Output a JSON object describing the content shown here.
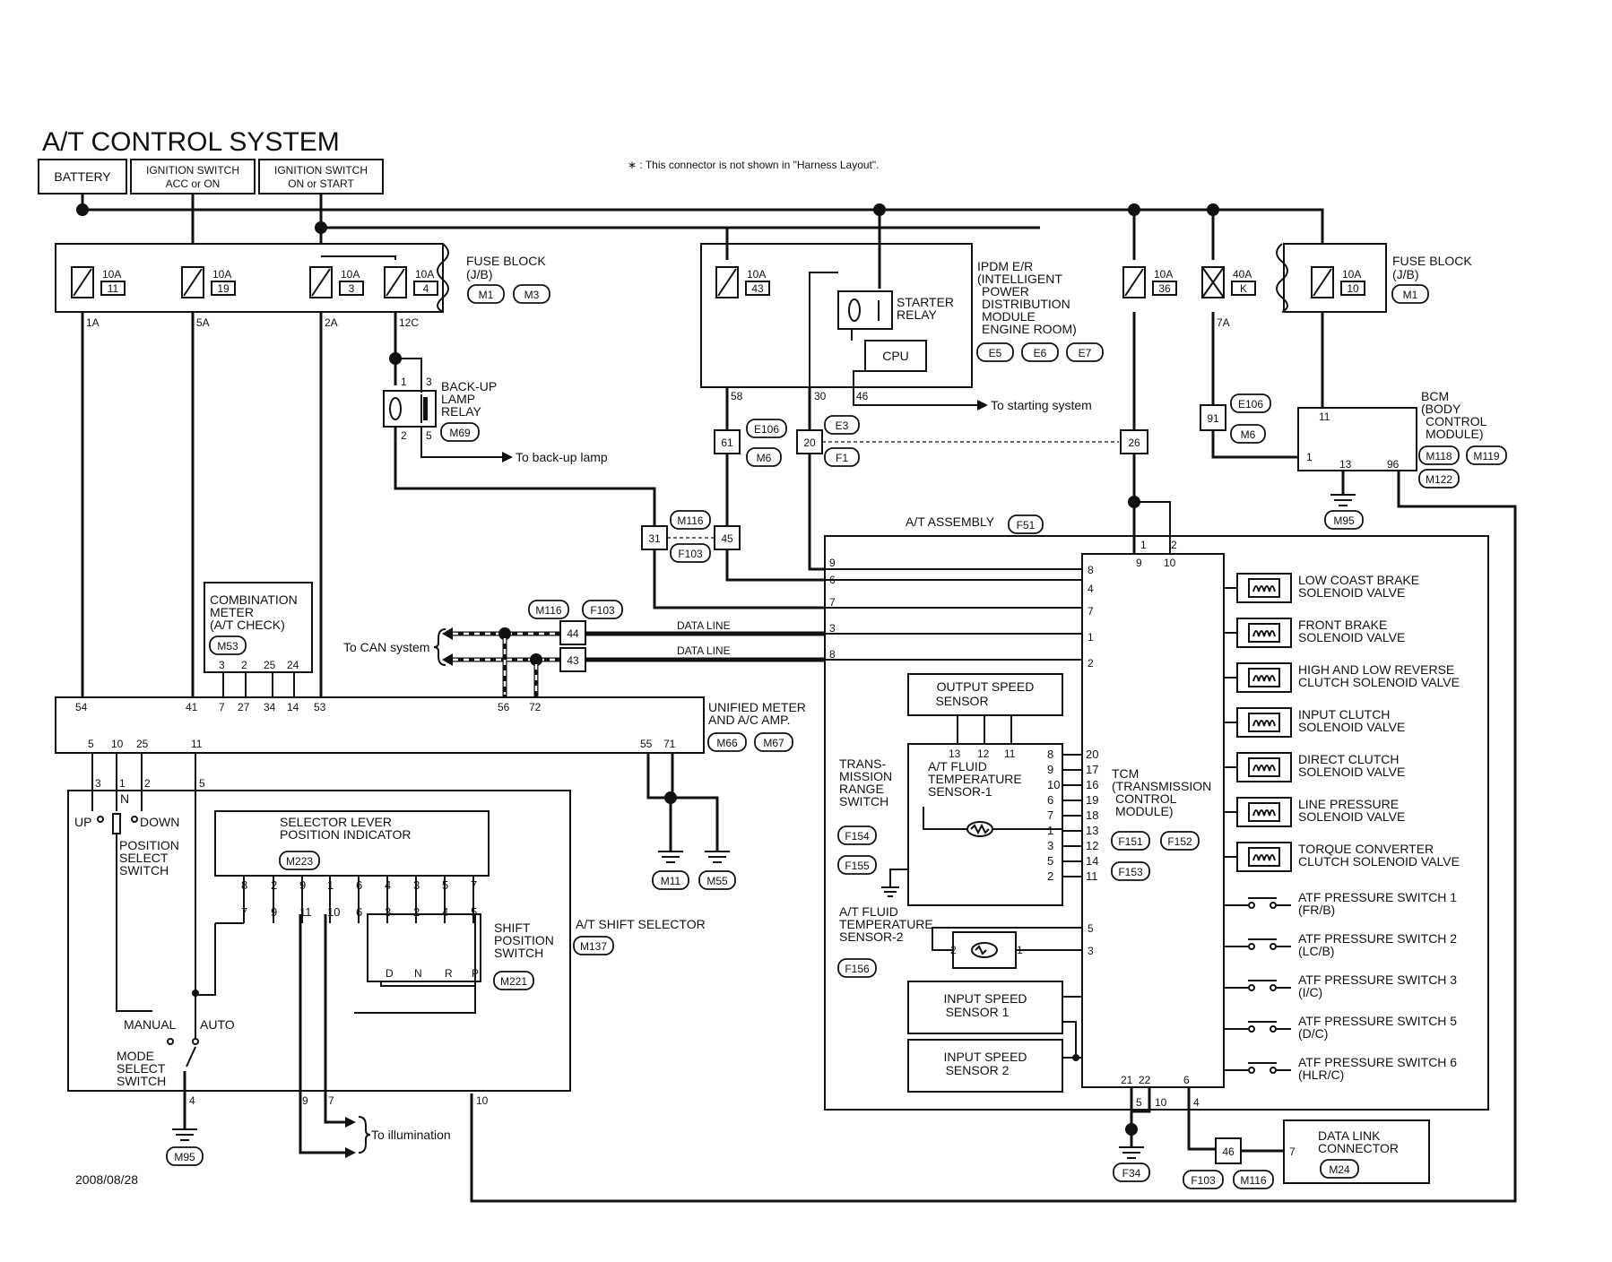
{
  "title": "A/T CONTROL SYSTEM",
  "note": "∗ : This connector is not shown in \"Harness Layout\".",
  "date": "2008/08/28",
  "power": {
    "battery": "BATTERY",
    "ign_acc_1": "IGNITION SWITCH",
    "ign_acc_2": "ACC or ON",
    "ign_on_1": "IGNITION SWITCH",
    "ign_on_2": "ON or START"
  },
  "fuses": [
    {
      "amp": "10A",
      "num": "11",
      "out": "1A"
    },
    {
      "amp": "10A",
      "num": "19",
      "out": "5A"
    },
    {
      "amp": "10A",
      "num": "3",
      "out": "2A"
    },
    {
      "amp": "10A",
      "num": "4",
      "out": "12C"
    },
    {
      "amp": "10A",
      "num": "43",
      "out": "58"
    },
    {
      "amp": "10A",
      "num": "36",
      "out": ""
    },
    {
      "amp": "40A",
      "num": "K",
      "out": ""
    },
    {
      "amp": "10A",
      "num": "10",
      "out": "7A"
    }
  ],
  "fuse_block_left": {
    "l1": "FUSE BLOCK",
    "l2": "(J/B)",
    "c1": "M1",
    "c2": "M3"
  },
  "fuse_block_right": {
    "l1": "FUSE BLOCK",
    "l2": "(J/B)",
    "c1": "M1"
  },
  "ipdm": {
    "l1": "IPDM E/R",
    "l2": "(INTELLIGENT",
    "l3": "POWER",
    "l4": "DISTRIBUTION",
    "l5": "MODULE",
    "l6": "ENGINE ROOM)",
    "c1": "E5",
    "c2": "E6",
    "c3": "E7",
    "starter1": "STARTER",
    "starter2": "RELAY",
    "cpu": "CPU",
    "pin30": "30",
    "pin46": "46",
    "to_starting": "To starting system"
  },
  "backup_relay": {
    "l1": "BACK-UP",
    "l2": "LAMP",
    "l3": "RELAY",
    "conn": "M69",
    "p1": "1",
    "p3": "3",
    "p2": "2",
    "p5": "5",
    "to_lamp": "To back-up lamp"
  },
  "inline": {
    "e106a": "E106",
    "m6a": "M6",
    "p61": "61",
    "e3": "E3",
    "f1": "F1",
    "p20": "20",
    "p26": "26",
    "p91": "91",
    "e106b": "E106",
    "m6b": "M6",
    "p31": "31",
    "p45": "45",
    "m116": "M116",
    "f103": "F103",
    "p44": "44",
    "p43": "43",
    "m116b": "M116",
    "f103b": "F103",
    "p46": "46",
    "f103c": "F103",
    "m116c": "M116"
  },
  "bcm": {
    "l1": "BCM",
    "l2": "(BODY",
    "l3": "CONTROL",
    "l4": "MODULE)",
    "c1": "M118",
    "c2": "M119",
    "c3": "M122",
    "p11": "11",
    "p1": "1",
    "p13": "13",
    "p96": "96",
    "ground": "M95"
  },
  "at_assembly": {
    "label": "A/T ASSEMBLY",
    "conn": "F51"
  },
  "can": {
    "to_can": "To CAN system",
    "data1": "DATA LINE",
    "data2": "DATA LINE",
    "p56": "56",
    "p72": "72"
  },
  "combo_meter": {
    "l1": "COMBINATION",
    "l2": "METER",
    "l3": "(A/T CHECK)",
    "conn": "M53",
    "pins": [
      "3",
      "2",
      "25",
      "24"
    ]
  },
  "unified_meter": {
    "l1": "UNIFIED METER",
    "l2": "AND A/C AMP.",
    "c1": "M66",
    "c2": "M67",
    "top_pins": [
      "54",
      "41",
      "7",
      "27",
      "34",
      "14",
      "53"
    ],
    "bottom_pins": [
      "5",
      "10",
      "25",
      "11",
      "55",
      "71"
    ],
    "grounds": [
      "M11",
      "M55"
    ]
  },
  "shift_selector": {
    "label": "A/T SHIFT SELECTOR",
    "conn": "M137",
    "up": "UP",
    "n": "N",
    "down": "DOWN",
    "pos1": "POSITION",
    "pos2": "SELECT",
    "pos3": "SWITCH",
    "ind1": "SELECTOR LEVER",
    "ind2": "POSITION INDICATOR",
    "ind_conn": "M223",
    "ind_pins": [
      "8",
      "2",
      "9",
      "1",
      "6",
      "4",
      "3",
      "5",
      "7"
    ],
    "sw_pins": [
      "7",
      "9",
      "11",
      "10",
      "6",
      "3",
      "2",
      "4",
      "5"
    ],
    "sps1": "SHIFT",
    "sps2": "POSITION",
    "sps3": "SWITCH",
    "sps_conn": "M221",
    "d": "D",
    "nn": "N",
    "r": "R",
    "p": "P",
    "manual": "MANUAL",
    "auto": "AUTO",
    "mode1": "MODE",
    "mode2": "SELECT",
    "mode3": "SWITCH",
    "pin3": "3",
    "pin1": "1",
    "pin2": "2",
    "pin5": "5",
    "pin4": "4",
    "pin10": "10",
    "pin9": "9",
    "pin7": "7",
    "ground": "M95",
    "to_illum": "To illumination"
  },
  "tcm": {
    "l1": "TCM",
    "l2": "(TRANSMISSION",
    "l3": "CONTROL",
    "l4": "MODULE)",
    "c1": "F151",
    "c2": "F152",
    "c3": "F153",
    "left_pins": [
      "8",
      "4",
      "7",
      "1",
      "2",
      "20",
      "17",
      "16",
      "19",
      "18",
      "13",
      "12",
      "14",
      "11",
      "5",
      "3"
    ],
    "top_pins": [
      "9",
      "10"
    ],
    "bottom_pins": [
      "21",
      "22",
      "6"
    ],
    "asm_left": [
      "9",
      "6",
      "7",
      "3",
      "8"
    ],
    "asm_top": [
      "1",
      "2"
    ],
    "asm_bottom": [
      "5",
      "10",
      "4"
    ],
    "ground": "F34"
  },
  "trs": {
    "l1": "TRANS-",
    "l2": "MISSION",
    "l3": "RANGE",
    "l4": "SWITCH",
    "c1": "F154",
    "c2": "F155",
    "pins": [
      "8",
      "9",
      "10",
      "6",
      "7",
      "1",
      "3",
      "5",
      "2"
    ]
  },
  "oss": {
    "l1": "OUTPUT SPEED",
    "l2": "SENSOR",
    "pins": [
      "13",
      "12",
      "11"
    ]
  },
  "ft1": {
    "l1": "A/T FLUID",
    "l2": "TEMPERATURE",
    "l3": "SENSOR-1"
  },
  "ft2": {
    "l1": "A/T FLUID",
    "l2": "TEMPERATURE",
    "l3": "SENSOR-2",
    "conn": "F156",
    "p2": "2",
    "p1": "1"
  },
  "iss1": {
    "l1": "INPUT SPEED",
    "l2": "SENSOR 1"
  },
  "iss2": {
    "l1": "INPUT SPEED",
    "l2": "SENSOR 2"
  },
  "solenoids": [
    {
      "l1": "LOW COAST BRAKE",
      "l2": "SOLENOID VALVE"
    },
    {
      "l1": "FRONT BRAKE",
      "l2": "SOLENOID VALVE"
    },
    {
      "l1": "HIGH AND LOW REVERSE",
      "l2": "CLUTCH SOLENOID VALVE"
    },
    {
      "l1": "INPUT CLUTCH",
      "l2": "SOLENOID VALVE"
    },
    {
      "l1": "DIRECT CLUTCH",
      "l2": "SOLENOID VALVE"
    },
    {
      "l1": "LINE PRESSURE",
      "l2": "SOLENOID VALVE"
    },
    {
      "l1": "TORQUE CONVERTER",
      "l2": "CLUTCH SOLENOID VALVE"
    }
  ],
  "pressure_switches": [
    {
      "l1": "ATF PRESSURE SWITCH 1",
      "l2": "(FR/B)"
    },
    {
      "l1": "ATF PRESSURE SWITCH 2",
      "l2": "(LC/B)"
    },
    {
      "l1": "ATF PRESSURE SWITCH 3",
      "l2": "(I/C)"
    },
    {
      "l1": "ATF PRESSURE SWITCH 5",
      "l2": "(D/C)"
    },
    {
      "l1": "ATF PRESSURE SWITCH 6",
      "l2": "(HLR/C)"
    }
  ],
  "dlc": {
    "l1": "DATA LINK",
    "l2": "CONNECTOR",
    "conn": "M24",
    "pin": "7"
  }
}
